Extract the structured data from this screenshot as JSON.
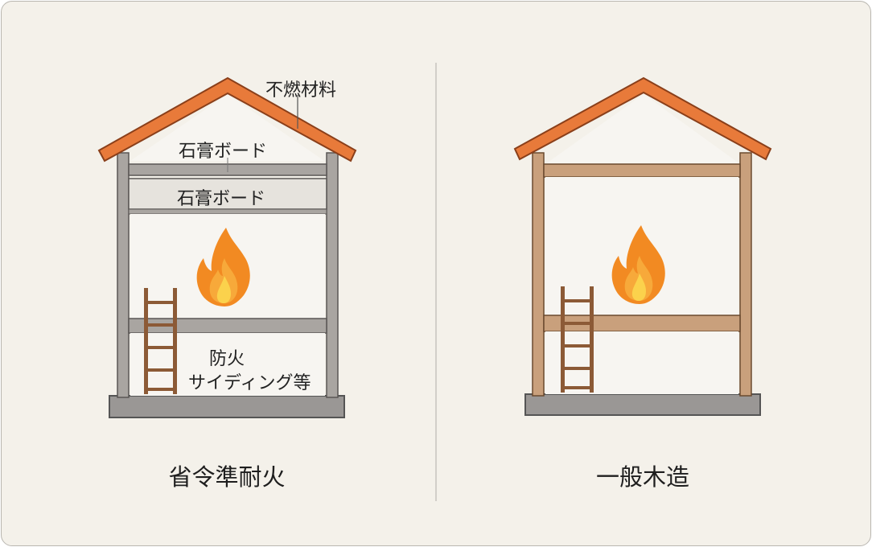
{
  "left_house": {
    "caption": "省令準耐火",
    "label_roof_material": "不燃材料",
    "label_attic_board": "石膏ボード",
    "label_ceiling_board": "石膏ボード",
    "label_siding_line1": "防火",
    "label_siding_line2": "サイディング等"
  },
  "right_house": {
    "caption": "一般木造"
  },
  "colors": {
    "background": "#f4f1ea",
    "roof": "#e87a3a",
    "frame_gray": "#a9a5a1",
    "frame_wood": "#c9a07c",
    "ladder": "#8c5a36",
    "flame_outer": "#f28a22",
    "flame_inner": "#fbd24c"
  },
  "icons": [
    "flame-icon",
    "ladder-icon"
  ]
}
